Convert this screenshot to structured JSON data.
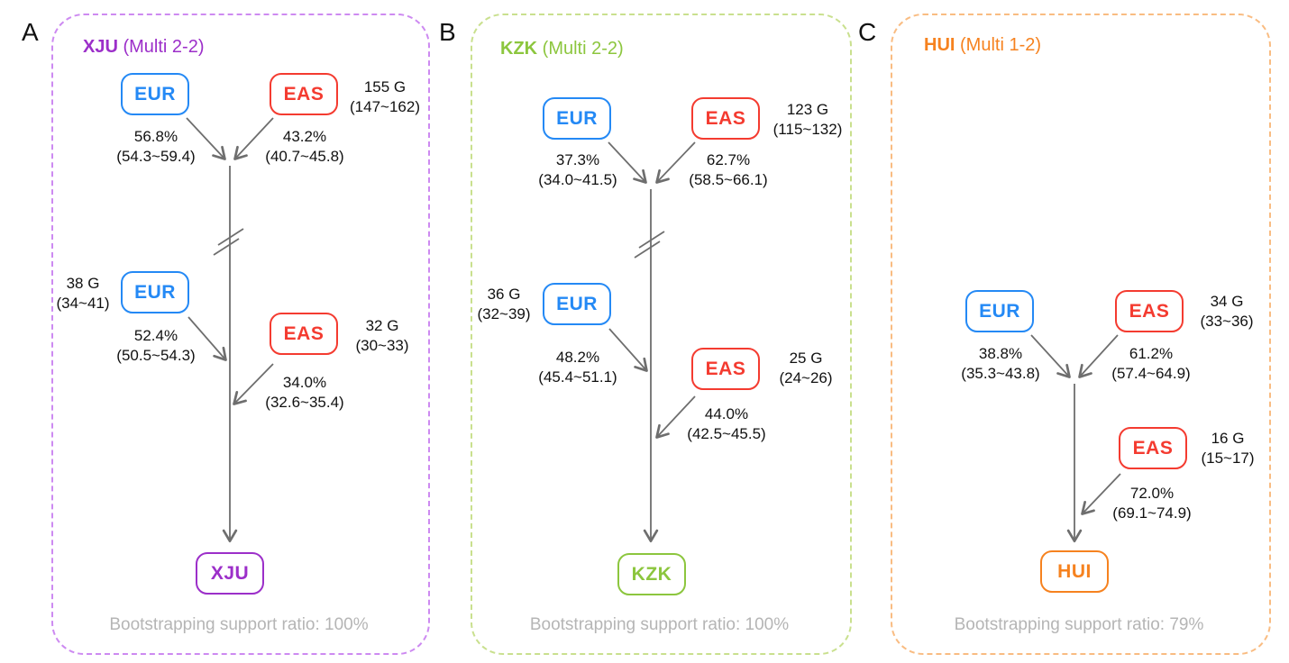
{
  "figure": {
    "panels": [
      {
        "letter": "A",
        "population": "XJU",
        "model": "(Multi 2-2)",
        "support": "Bootstrapping support ratio: 100%",
        "target": "XJU",
        "wave1": {
          "left_source": "EUR",
          "right_source": "EAS",
          "generation": "155 G",
          "generation_ci": "(147~162)",
          "left_pct": "56.8%",
          "left_pct_ci": "(54.3~59.4)",
          "right_pct": "43.2%",
          "right_pct_ci": "(40.7~45.8)"
        },
        "wave2_left": {
          "source": "EUR",
          "generation": "38 G",
          "generation_ci": "(34~41)",
          "pct": "52.4%",
          "pct_ci": "(50.5~54.3)"
        },
        "wave2_right": {
          "source": "EAS",
          "generation": "32 G",
          "generation_ci": "(30~33)",
          "pct": "34.0%",
          "pct_ci": "(32.6~35.4)"
        }
      },
      {
        "letter": "B",
        "population": "KZK",
        "model": "(Multi 2-2)",
        "support": "Bootstrapping support ratio: 100%",
        "target": "KZK",
        "wave1": {
          "left_source": "EUR",
          "right_source": "EAS",
          "generation": "123 G",
          "generation_ci": "(115~132)",
          "left_pct": "37.3%",
          "left_pct_ci": "(34.0~41.5)",
          "right_pct": "62.7%",
          "right_pct_ci": "(58.5~66.1)"
        },
        "wave2_left": {
          "source": "EUR",
          "generation": "36 G",
          "generation_ci": "(32~39)",
          "pct": "48.2%",
          "pct_ci": "(45.4~51.1)"
        },
        "wave2_right": {
          "source": "EAS",
          "generation": "25 G",
          "generation_ci": "(24~26)",
          "pct": "44.0%",
          "pct_ci": "(42.5~45.5)"
        }
      },
      {
        "letter": "C",
        "population": "HUI",
        "model": "(Multi 1-2)",
        "support": "Bootstrapping support ratio: 79%",
        "target": "HUI",
        "wave1": {
          "left_source": "EUR",
          "right_source": "EAS",
          "generation": "34 G",
          "generation_ci": "(33~36)",
          "left_pct": "38.8%",
          "left_pct_ci": "(35.3~43.8)",
          "right_pct": "61.2%",
          "right_pct_ci": "(57.4~64.9)"
        },
        "wave2_right": {
          "source": "EAS",
          "generation": "16 G",
          "generation_ci": "(15~17)",
          "pct": "72.0%",
          "pct_ci": "(69.1~74.9)"
        }
      }
    ],
    "colors": {
      "eur_blue": "#2489f5",
      "eas_red": "#f43b30",
      "xju_purple": "#9c2fc9",
      "kzk_green": "#8cc63e",
      "hui_orange": "#f6821f",
      "panel_a_border": "#cd8af1",
      "panel_b_border": "#c9e08e",
      "panel_c_border": "#f9bc82",
      "arrow_gray": "#6e6e6e",
      "support_gray": "#b5b5b5"
    }
  }
}
